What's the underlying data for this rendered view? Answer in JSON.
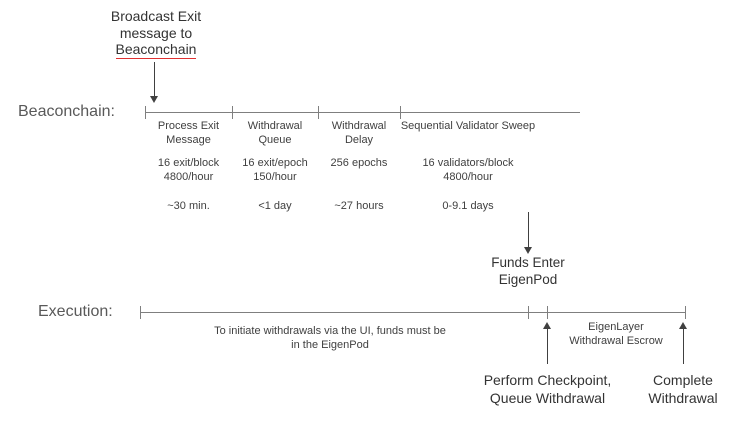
{
  "header": {
    "broadcast_text": "Broadcast Exit message to",
    "broadcast_link": "Beaconchain"
  },
  "beaconchain": {
    "label": "Beaconchain:",
    "segments": [
      {
        "title": "Process Exit Message",
        "rate": "16 exit/block\n4800/hour",
        "duration": "~30 min."
      },
      {
        "title": "Withdrawal Queue",
        "rate": "16 exit/epoch\n150/hour",
        "duration": "<1 day"
      },
      {
        "title": "Withdrawal Delay",
        "rate": "256 epochs",
        "duration": "~27 hours"
      },
      {
        "title": "Sequential Validator Sweep",
        "rate": "16 validators/block\n4800/hour",
        "duration": "0-9.1 days"
      }
    ],
    "funds_enter": "Funds Enter\nEigenPod"
  },
  "execution": {
    "label": "Execution:",
    "note": "To initiate withdrawals via the UI, funds must be\nin the EigenPod",
    "escrow": "EigenLayer\nWithdrawal Escrow",
    "checkpoint": "Perform Checkpoint,\nQueue Withdrawal",
    "complete": "Complete\nWithdrawal"
  },
  "colors": {
    "line": "#7f7f7f",
    "text": "#404040",
    "underline": "#e03030"
  }
}
